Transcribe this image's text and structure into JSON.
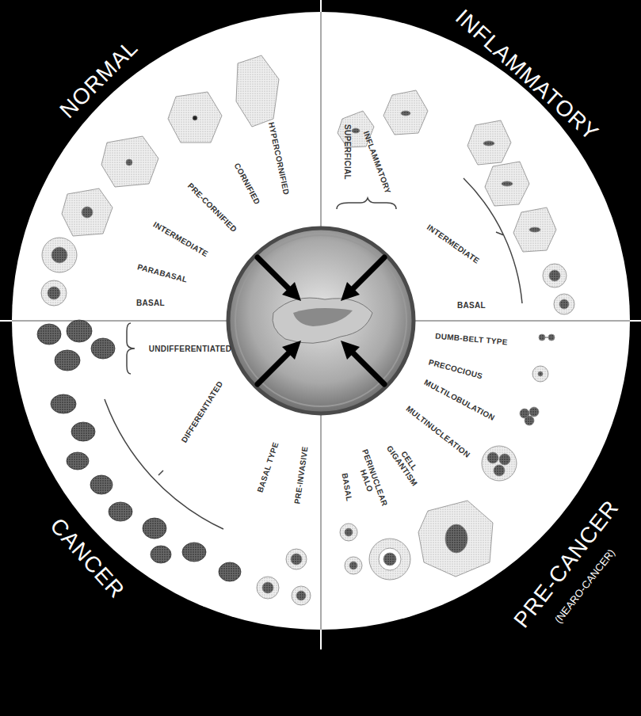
{
  "diagram": {
    "labels": [
      "NORMAL",
      "BASAL",
      "PARABASAL",
      "INTERMEDIATE",
      "PRE-CORNIFIED",
      "CORNIFIED",
      "HYPERCORNIFIED",
      "INFLAMMATORY",
      "SUPERFICIAL",
      "INFLAMMATORY",
      "INTERMEDIATE",
      "BASAL",
      "CANCER",
      "UNDIFFERENTIATED",
      "DIFFERENTIATED",
      "BASAL TYPE",
      "PRE-INVASIVE",
      "PRE-CANCER",
      "(NEARO-CANCER)",
      "DUMB-BELT TYPE",
      "PRECOCIOUS",
      "MULTILOBULATION",
      "MULTINUCLEATION",
      "CELL GIGANTISM",
      "PERINUCLEAR HALO",
      "BASAL"
    ]
  }
}
